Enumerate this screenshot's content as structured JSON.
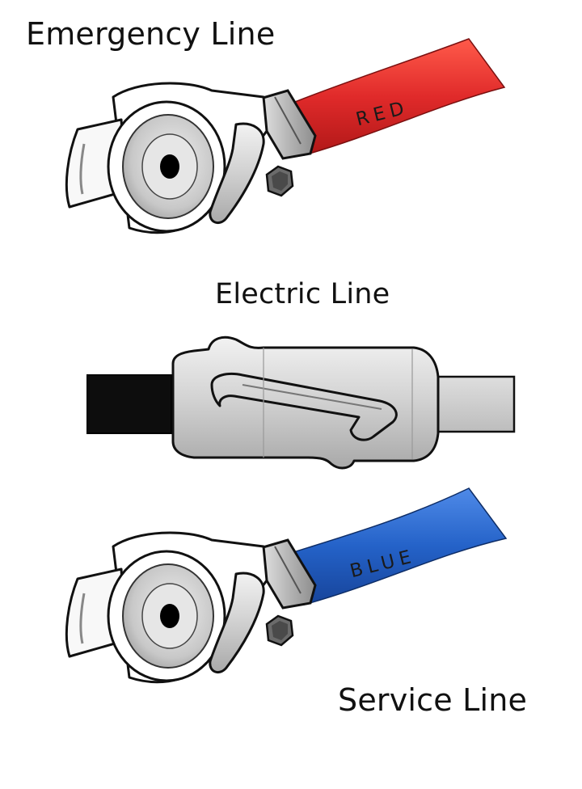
{
  "labels": {
    "emergency": "Emergency Line",
    "electric": "Electric Line",
    "service": "Service Line"
  },
  "hoses": {
    "emergency_text": "RED",
    "service_text": "BLUE"
  },
  "colors": {
    "emergency_hose": "#e02a2a",
    "service_hose": "#2462c8",
    "electric_cable_left": "#0d0d0d",
    "electric_cable_right": "#cfcfcf",
    "metal": "#d6d6d6"
  }
}
